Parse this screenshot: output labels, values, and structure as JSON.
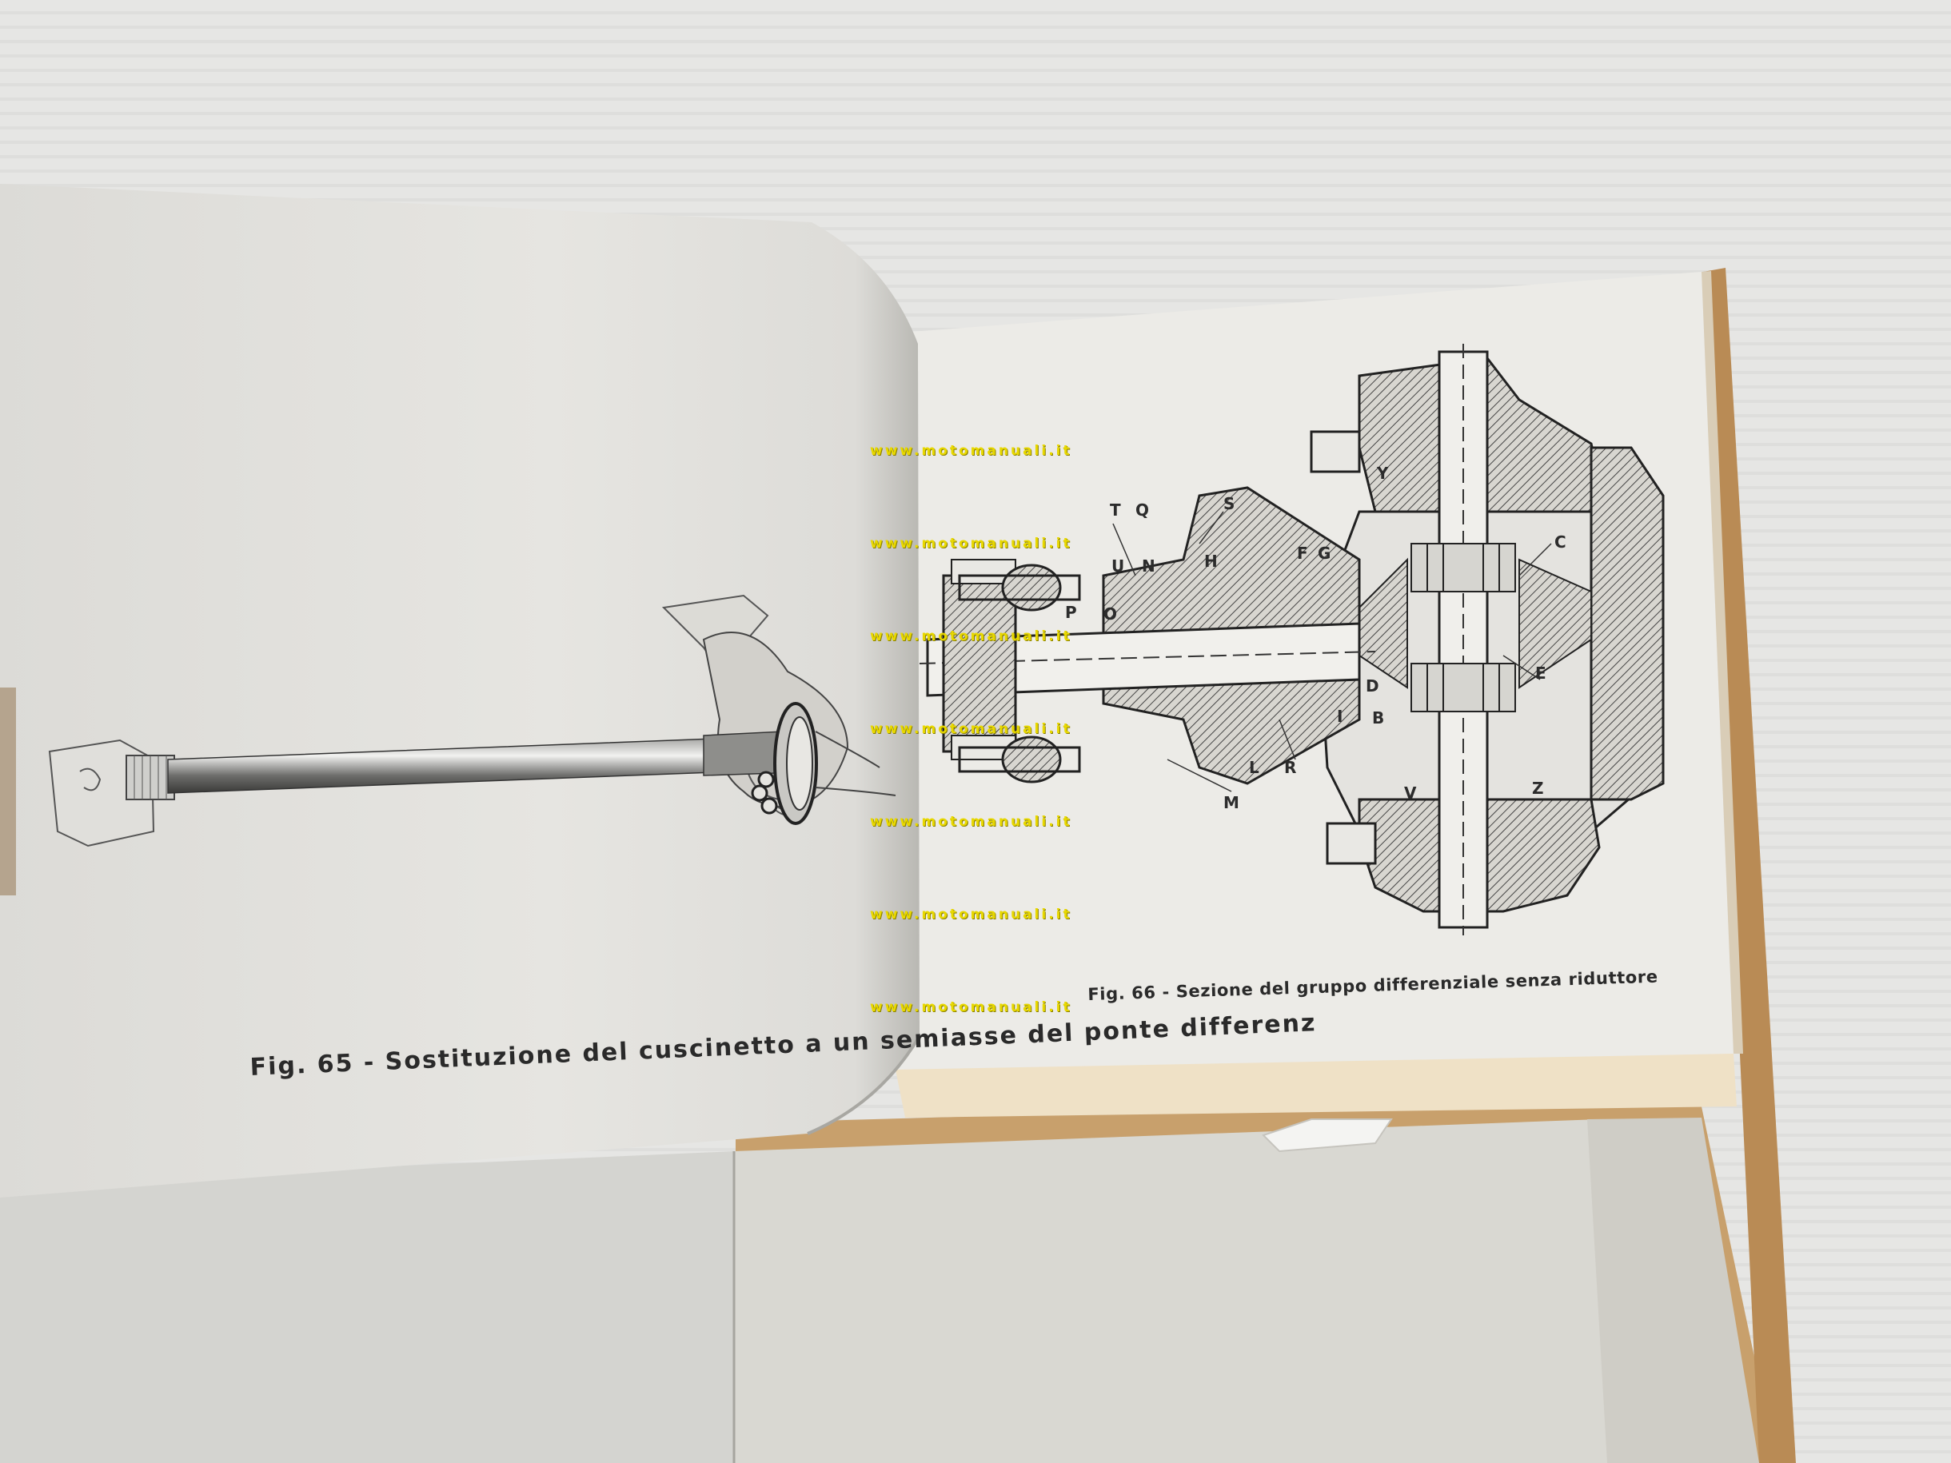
{
  "captions": {
    "fig65": "Fig. 65 - Sostituzione del cuscinetto a un semiasse del ponte differenz",
    "fig66": "Fig. 66 - Sezione del gruppo differenziale senza riduttore"
  },
  "watermark_text": "www.motomanuali.it",
  "watermarks": [
    "www.motomanuali.it",
    "www.motomanuali.it",
    "www.motomanuali.it",
    "www.motomanuali.it",
    "www.motomanuali.it",
    "www.motomanuali.it",
    "www.motomanuali.it"
  ],
  "part_labels": {
    "T": "T",
    "Q": "Q",
    "S": "S",
    "U": "U",
    "N": "N",
    "H": "H",
    "F": "F",
    "G": "G",
    "Y": "Y",
    "C": "C",
    "E": "E",
    "P": "P",
    "O": "O",
    "D": "D",
    "I": "I",
    "B": "B",
    "L": "L",
    "R": "R",
    "M": "M",
    "V": "V",
    "Z": "Z"
  },
  "colors": {
    "background": "#e4e4e2",
    "page": "#e9e8e4",
    "board": "#c9a06e",
    "watermark": "#e8d800",
    "ink": "#333333"
  }
}
